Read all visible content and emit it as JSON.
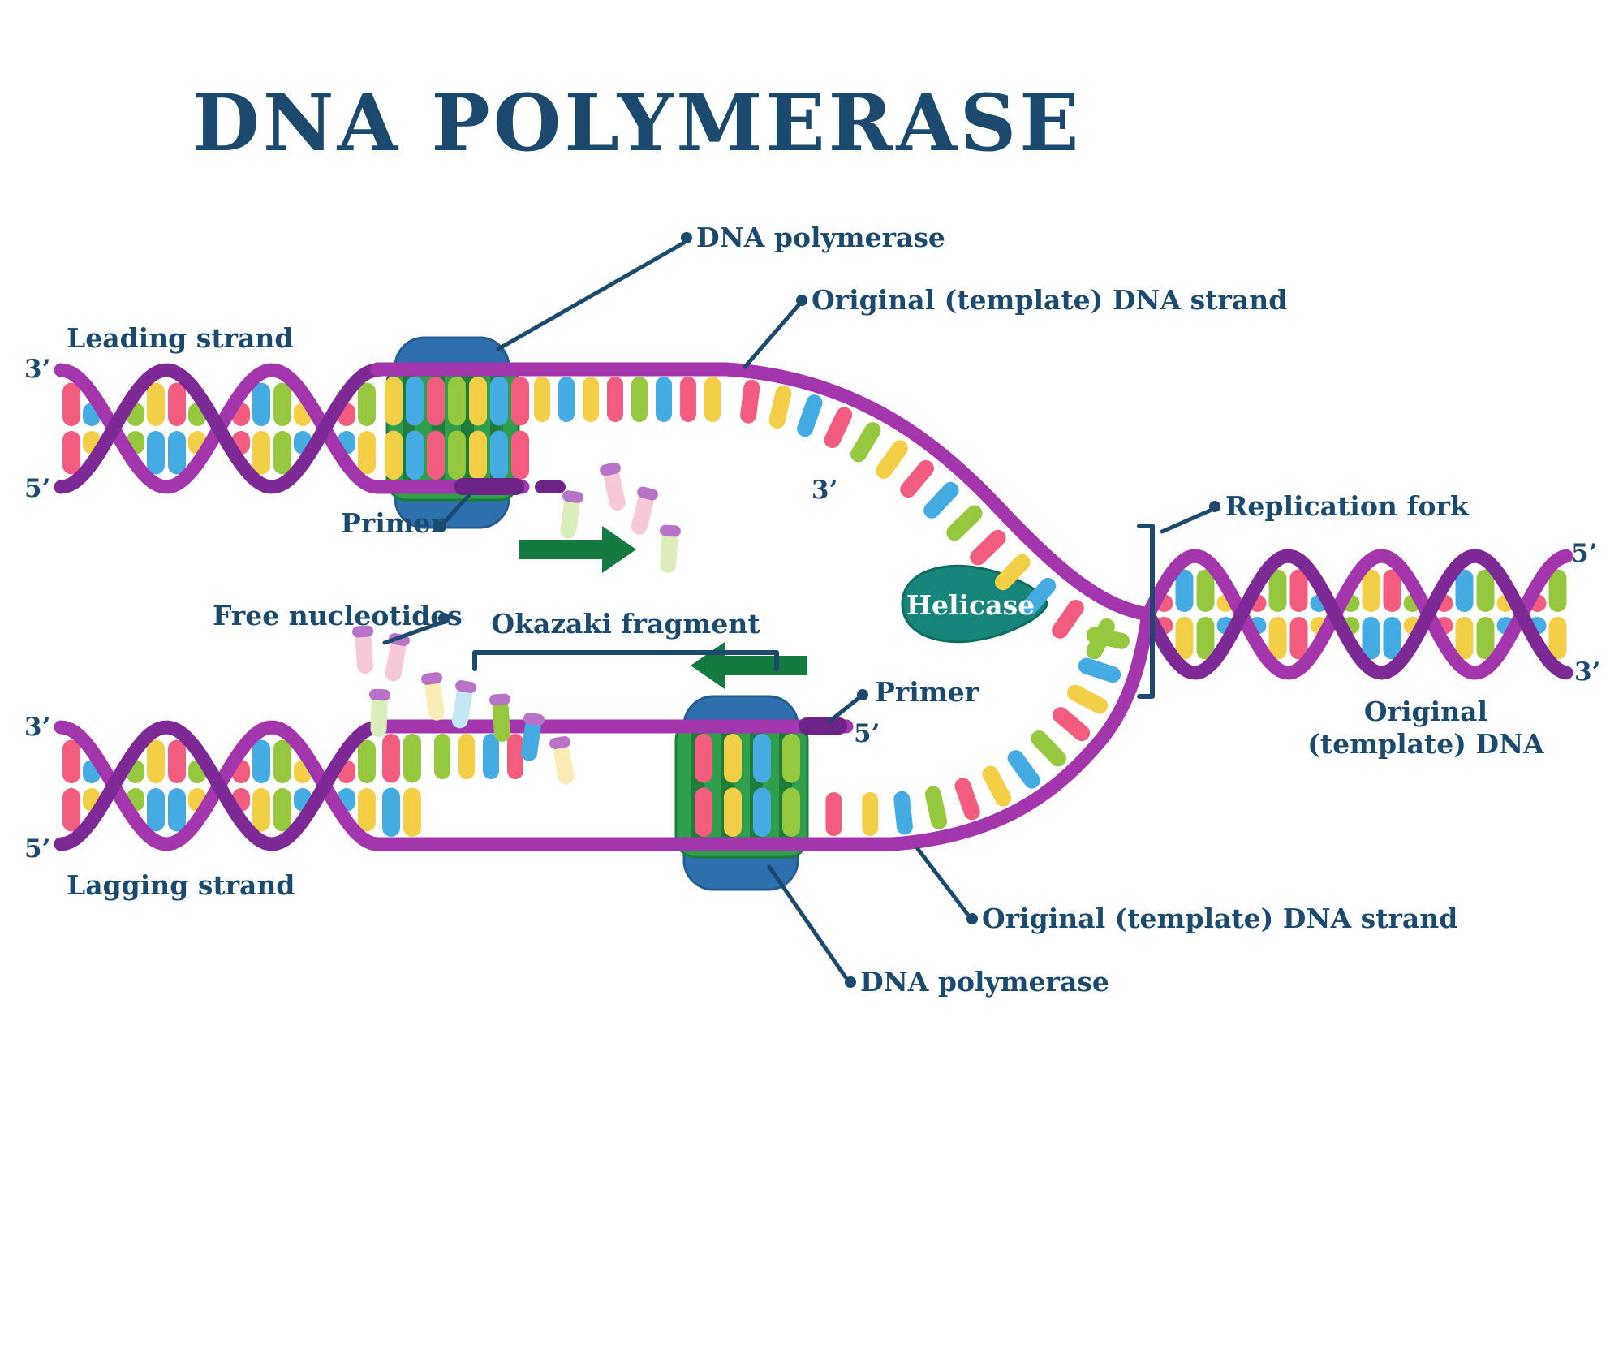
{
  "title": "DNA POLYMERASE",
  "labels": {
    "dna_polymerase_top": "DNA polymerase",
    "original_template_strand_top": "Original (template) DNA strand",
    "leading_strand": "Leading strand",
    "primer_top": "Primer",
    "three_prime": "3’",
    "five_prime": "5’",
    "replication_fork": "Replication fork",
    "helicase": "Helicase",
    "free_nucleotides": "Free nucleotides",
    "okazaki_fragment": "Okazaki fragment",
    "primer_bottom": "Primer",
    "original_template_dna_line1": "Original",
    "original_template_dna_line2": "(template) DNA",
    "lagging_strand": "Lagging strand",
    "original_template_strand_bottom": "Original (template) DNA strand",
    "dna_polymerase_bottom": "DNA polymerase"
  },
  "palette": {
    "navy": "#1b4a6e",
    "strand": "#a335ad",
    "strand_dark": "#7e2a96",
    "primer": "#6d2387",
    "pink": "#f25c7f",
    "yellow": "#f3cf47",
    "green": "#96c83f",
    "blue": "#45abe3",
    "faded_pink": "#f7c9d6",
    "faded_green": "#dcedbc",
    "faded_yellow": "#f9ecb4",
    "faded_blue": "#c5e6f5",
    "cap_purple": "#b872c8",
    "enzyme_blue": "#2e6fae",
    "enzyme_blue_dark": "#265c90",
    "enzyme_green": "#2f9e4d",
    "enzyme_green_dark": "#1f7d3a",
    "helicase": "#178579",
    "helicase_dark": "#0f6b62",
    "arrow_green": "#147a40",
    "background": "#ffffff"
  }
}
